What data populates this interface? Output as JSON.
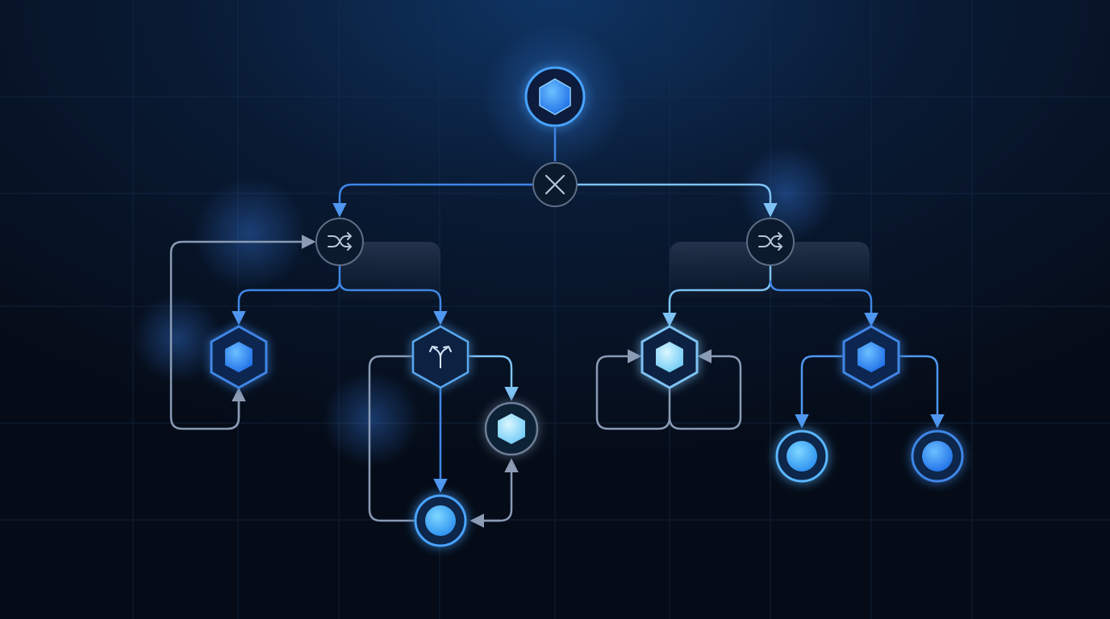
{
  "diagram": {
    "type": "workflow-tree",
    "labels": [],
    "colors": {
      "background": "#06101f",
      "grid": "#1a3150",
      "edge_primary": "#3f86e6",
      "edge_secondary": "#8a9bb5",
      "node_ring": "#4aa3ff",
      "node_fill_bright": "#3f9bff",
      "node_fill_light": "#9ee3ff",
      "gateway_ring": "#5e6e86"
    },
    "nodes": [
      {
        "id": "root",
        "shape": "circle-hexagon",
        "icon": "hexagon-icon"
      },
      {
        "id": "exclusive-gateway",
        "shape": "circle",
        "icon": "close-x-icon"
      },
      {
        "id": "left-shuffle",
        "shape": "circle",
        "icon": "shuffle-icon"
      },
      {
        "id": "right-shuffle",
        "shape": "circle",
        "icon": "shuffle-icon"
      },
      {
        "id": "left-task",
        "shape": "hexagon",
        "icon": "hexagon-icon"
      },
      {
        "id": "split-task",
        "shape": "hexagon",
        "icon": "fork-arrows-icon"
      },
      {
        "id": "split-output",
        "shape": "circle-hexagon",
        "icon": "hexagon-icon"
      },
      {
        "id": "split-end",
        "shape": "circle",
        "icon": "circle-icon"
      },
      {
        "id": "loop-task",
        "shape": "hexagon",
        "icon": "hexagon-icon"
      },
      {
        "id": "right-task",
        "shape": "hexagon",
        "icon": "hexagon-icon"
      },
      {
        "id": "right-end-1",
        "shape": "circle",
        "icon": "circle-icon"
      },
      {
        "id": "right-end-2",
        "shape": "circle",
        "icon": "circle-icon"
      }
    ],
    "edges": [
      {
        "from": "root",
        "to": "exclusive-gateway"
      },
      {
        "from": "exclusive-gateway",
        "to": "left-shuffle"
      },
      {
        "from": "exclusive-gateway",
        "to": "right-shuffle"
      },
      {
        "from": "left-shuffle",
        "to": "left-task"
      },
      {
        "from": "left-shuffle",
        "to": "split-task"
      },
      {
        "from": "left-task",
        "to": "left-shuffle",
        "kind": "loop"
      },
      {
        "from": "split-task",
        "to": "split-output"
      },
      {
        "from": "split-task",
        "to": "split-end"
      },
      {
        "from": "split-end",
        "to": "split-output",
        "kind": "feedback"
      },
      {
        "from": "right-shuffle",
        "to": "loop-task"
      },
      {
        "from": "right-shuffle",
        "to": "right-task"
      },
      {
        "from": "loop-task",
        "to": "loop-task",
        "kind": "loop"
      },
      {
        "from": "right-task",
        "to": "right-end-1"
      },
      {
        "from": "right-task",
        "to": "right-end-2"
      }
    ]
  }
}
